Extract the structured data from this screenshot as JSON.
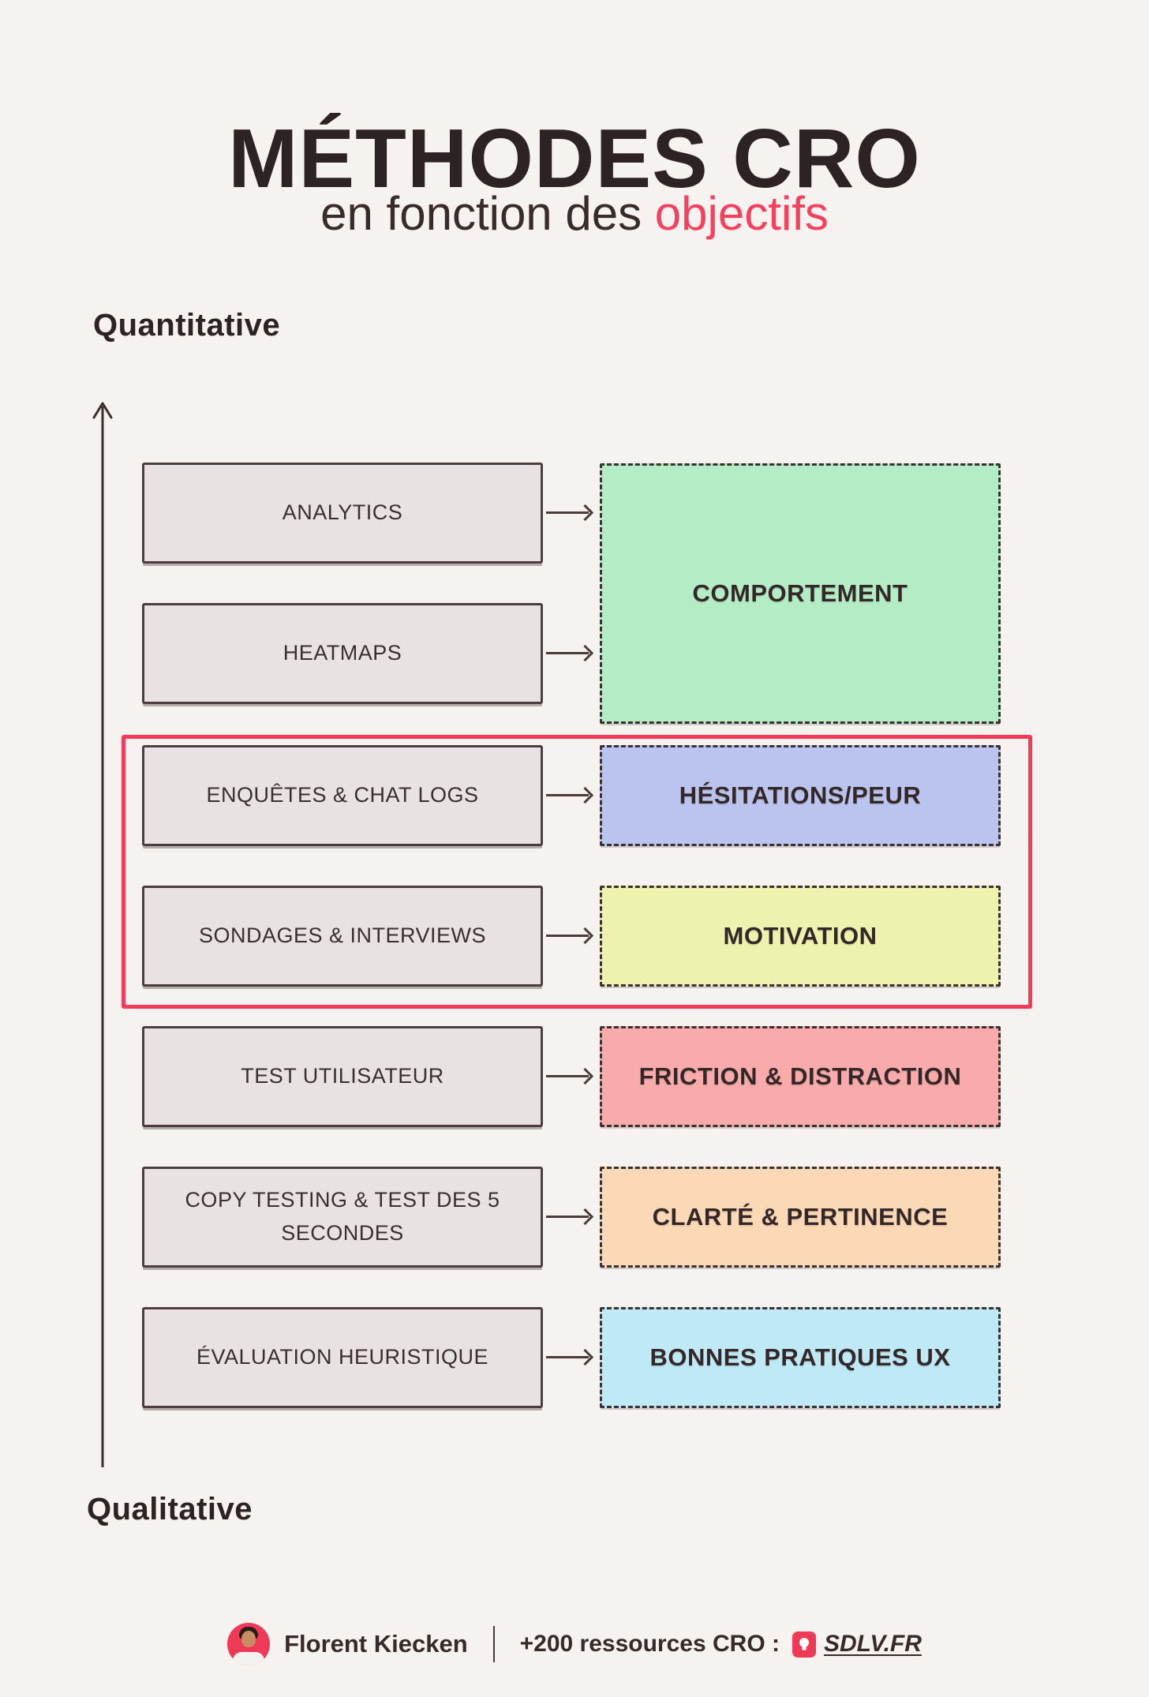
{
  "page": {
    "title": "MÉTHODES CRO",
    "subtitle": {
      "prefix": "en fonction des",
      "accent": "objectifs"
    }
  },
  "axis": {
    "top_label": "Quantitative",
    "bottom_label": "Qualitative"
  },
  "methods": [
    "ANALYTICS",
    "HEATMAPS",
    "ENQUÊTES & CHAT LOGS",
    "SONDAGES & INTERVIEWS",
    "TEST UTILISATEUR",
    "COPY TESTING & TEST DES 5 SECONDES",
    "ÉVALUATION HEURISTIQUE"
  ],
  "objectives": [
    {
      "label": "COMPORTEMENT",
      "color": "#b4ecc5"
    },
    {
      "label": "HÉSITATIONS/PEUR",
      "color": "#bbc4ee"
    },
    {
      "label": "MOTIVATION",
      "color": "#edf2ae"
    },
    {
      "label": "FRICTION & DISTRACTION",
      "color": "#f8abaa"
    },
    {
      "label": "CLARTÉ & PERTINENCE",
      "color": "#fbd8b6"
    },
    {
      "label": "BONNES PRATIQUES UX",
      "color": "#bfe9f6"
    }
  ],
  "highlight": {
    "color": "#f4395b"
  },
  "colors": {
    "background": "#f6f2ef",
    "method_fill": "#e9e2e3",
    "dark_text": "#362a2b",
    "accent_pink": "#f5415e"
  },
  "footer": {
    "avatar_icon": "person-photo-avatar",
    "author": "Florent Kiecken",
    "resources_text": "+200 ressources CRO :",
    "brand_icon": "lightbulb-icon",
    "brand": "SDLV.FR"
  }
}
